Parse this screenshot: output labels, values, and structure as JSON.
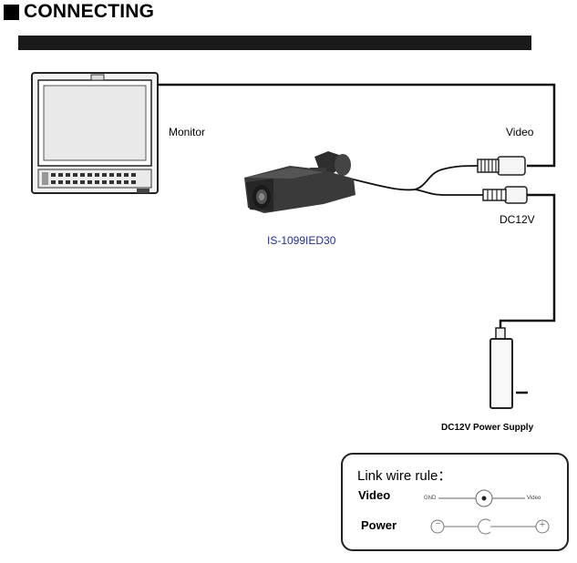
{
  "header": {
    "title": "CONNECTING"
  },
  "labels": {
    "monitor": "Monitor",
    "video": "Video",
    "dc12v": "DC12V",
    "camera_model": "IS-1099IED30",
    "power_supply": "DC12V  Power Supply"
  },
  "legend": {
    "title": "Link wire rule：",
    "video_label": "Video",
    "power_label": "Power",
    "gnd_text": "GND",
    "video_text": "Video",
    "minus_symbol": "−",
    "plus_symbol": "+"
  },
  "colors": {
    "ink": "#000000",
    "rule_bar": "#1a1a1a",
    "model_text": "#1f2f9e",
    "camera_body": "#3a3a3a"
  }
}
